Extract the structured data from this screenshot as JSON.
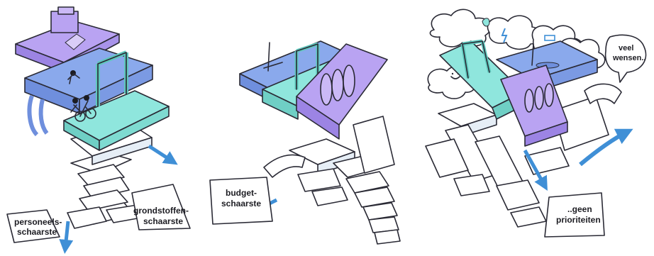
{
  "panels": [
    {
      "labels": [
        {
          "line1": "personeels-",
          "line2": "schaarste"
        },
        {
          "line1": "grondstoffen-",
          "line2": "schaarste"
        }
      ]
    },
    {
      "labels": [
        {
          "line1": "budget-",
          "line2": "schaarste"
        }
      ]
    },
    {
      "labels": [
        {
          "line1": "veel",
          "line2": "wensen.."
        },
        {
          "line1": "..geen",
          "line2": "prioriteiten"
        }
      ]
    }
  ],
  "colors": {
    "purple": "#b9a3f2",
    "blue": "#8aa9ec",
    "teal": "#8fe6dd",
    "arrow": "#3f8fd6",
    "ink": "#2a2a35"
  }
}
